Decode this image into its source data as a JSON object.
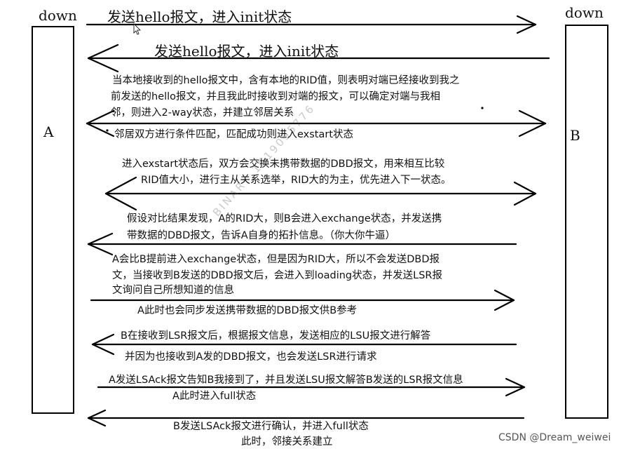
{
  "left_node": {
    "state_label": "down",
    "name": "A"
  },
  "right_node": {
    "state_label": "down",
    "name": "B"
  },
  "steps": {
    "hello_a": "发送hello报文，进入init状态",
    "hello_b": "发送hello报文，进入init状态",
    "twoway_1": "当本地接收到的hello报文中，含有本地的RID值，则表明对端已经接收到我之",
    "twoway_2": "前发送的hello报文，并且我此时接收到对端的报文，可以确定对端与我相",
    "twoway_3": "邻，则进入2-way状态，并建立邻居关系",
    "exstart_1": "邻居双方进行条件匹配，匹配成功则进入exstart状态",
    "exstart_2": "进入exstart状态后，双方会交换未携带数据的DBD报文，用来相互比较",
    "exstart_3": "RID值大小，进行主从关系选举，RID大的为主，优先进入下一状态。",
    "exchange_1": "假设对比结果发现，A的RID大，则B会进入exchange状态，并发送携",
    "exchange_2": "带数据的DBD报文，告诉A自身的拓扑信息。（你大你牛逼）",
    "loading_1": "A会比B提前进入exchange状态，但是因为RID大，所以不会发送DBD报",
    "loading_2": "文，当接收到B发送的DBD报文后，会进入到loading状态，并发送LSR报",
    "loading_3": "文询问自己所想知道的信息",
    "dbd_a": "A此时也会同步发送携带数据的DBD报文供B参考",
    "lsu_b_1": "B在接收到LSR报文后，根据报文信息，发送相应的LSU报文进行解答",
    "lsu_b_2": "并因为也接收到A发的DBD报文，也会发送LSR进行请求",
    "lsack_a_1": "A发送LSAck报文告知B我接到了，并且发送LSU报文解答B发送的LSR报文信息",
    "lsack_a_2": "A此时进入full状态",
    "full_b_1": "B发送LSAck报文进行确认，并进入full状态",
    "full_b_2": "此时，邻接关系建立"
  },
  "credit": "CSDN @Dream_weiwei",
  "watermark": "BINARY_1519095776"
}
